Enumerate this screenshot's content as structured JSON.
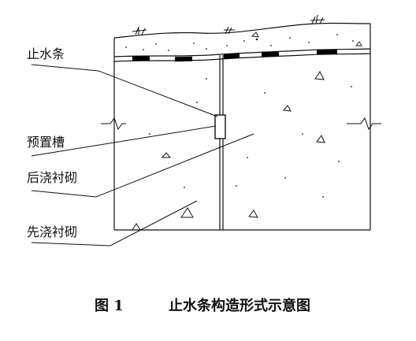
{
  "labels": {
    "waterstop": "止水条",
    "groove": "预置槽",
    "later_lining": "后浇衬砌",
    "first_lining": "先浇衬砌"
  },
  "caption": {
    "number": "图 1",
    "title": "止水条构造形式示意图"
  },
  "colors": {
    "line": "#111111",
    "waterproof_band": "#000000"
  }
}
